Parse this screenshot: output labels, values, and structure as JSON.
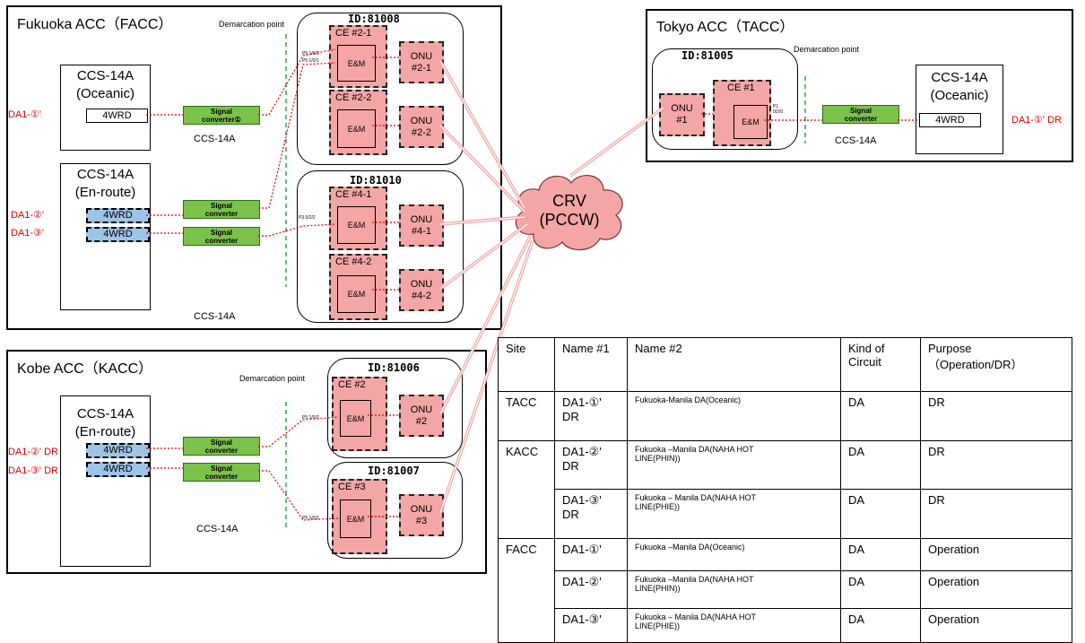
{
  "facc": {
    "title": "Fukuoka ACC（FACC）",
    "demarcation": "Demarcation point",
    "ccs_oceanic": "CCS-14A\n(Oceanic)",
    "ccs_enroute": "CCS-14A\n(En-route)",
    "fourwrd": "4WRD",
    "conv1": "Signal\nconverter①",
    "conv": "Signal\nconverter",
    "ccs_label": "CCS-14A",
    "da1": "DA1-①'",
    "da2": "DA1-②'",
    "da3": "DA1-③'",
    "group1": "ID:81008",
    "group2": "ID:81010",
    "ce21": "CE #2-1",
    "ce22": "CE #2-2",
    "ce41": "CE #4-1",
    "ce42": "CE #4-2",
    "em": "E&M",
    "onu21": "ONU\n#2-1",
    "onu22": "ONU\n#2-2",
    "onu41": "ONU\n#4-1",
    "onu42": "ONU\n#4-2",
    "port_a": "P5 1/0/2",
    "port_b": "P5 1/0/1",
    "port_c": "P3 0/2/2"
  },
  "tacc": {
    "title": "Tokyo ACC（TACC）",
    "demarcation": "Demarcation point",
    "group": "ID:81005",
    "onu": "ONU\n#1",
    "ce": "CE #1",
    "em": "E&M",
    "port": "P1\n0/2/0",
    "conv": "Signal\nconverter",
    "ccs_label": "CCS-14A",
    "ccs": "CCS-14A\n(Oceanic)",
    "fourwrd": "4WRD",
    "da": "DA1-①' DR"
  },
  "kacc": {
    "title": "Kobe ACC（KACC）",
    "demarcation": "Demarcation point",
    "ccs": "CCS-14A\n(En-route)",
    "fourwrd": "4WRD",
    "conv": "Signal\nconverter",
    "ccs_label": "CCS-14A",
    "da2": "DA1-②' DR",
    "da3": "DA1-③' DR",
    "group1": "ID:81006",
    "group2": "ID:81007",
    "ce2": "CE #2",
    "ce3": "CE #3",
    "em": "E&M",
    "onu2": "ONU\n#2",
    "onu3": "ONU\n#3",
    "port_a": "P5 1/0/2",
    "port_b": "P5 1/0/2"
  },
  "cloud": "CRV\n(PCCW)",
  "table": {
    "headers": [
      "Site",
      "Name #1",
      "Name #2",
      "Kind of\nCircuit",
      "Purpose\n（Operation/DR）"
    ],
    "rows": [
      {
        "site": "TACC",
        "name1": "DA1-①'\nDR",
        "name2": "Fukuoka-Manila DA(Oceanic)",
        "kind": "DA",
        "purpose": "DR"
      },
      {
        "site": "KACC",
        "name1": "DA1-②'\nDR",
        "name2": "Fukuoka –Manila DA(NAHA HOT\nLINE(PHIN))",
        "kind": "DA",
        "purpose": "DR"
      },
      {
        "site": "",
        "name1": "DA1-③'\nDR",
        "name2": "Fukuoka – Manila DA(NAHA HOT\nLINE(PHIE))",
        "kind": "DA",
        "purpose": "DR"
      },
      {
        "site": "FACC",
        "name1": "DA1-①'",
        "name2": "Fukuoka –Manila DA(Oceanic)",
        "kind": "DA",
        "purpose": "Operation"
      },
      {
        "site": "",
        "name1": "DA1-②'",
        "name2": "Fukuoka –Manila DA(NAHA HOT\nLINE(PHIN))",
        "kind": "DA",
        "purpose": "Operation"
      },
      {
        "site": "",
        "name1": "DA1-③'",
        "name2": "Fukuoka – Manila DA(NAHA HOT\nLINE(PHIE))",
        "kind": "DA",
        "purpose": "Operation"
      }
    ]
  },
  "colors": {
    "ce": "#f4a6a6",
    "converter": "#7bc24b",
    "fourwrd_enroute": "#9dc3e6",
    "cloud": "#f4a6a6",
    "label_red": "#e00000",
    "demarcation": "#2aa84a"
  }
}
